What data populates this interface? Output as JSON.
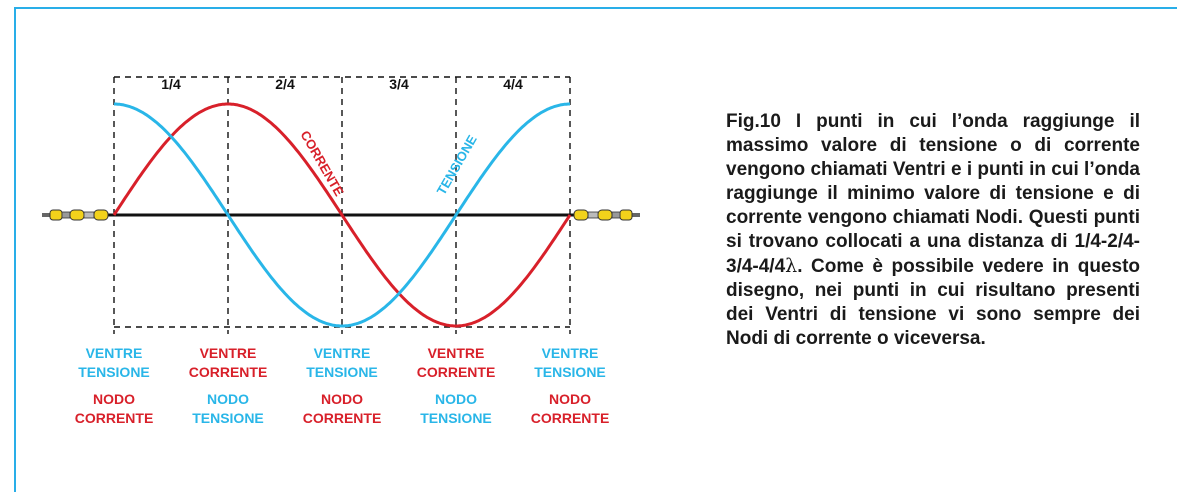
{
  "colors": {
    "tensione": "#29b6e8",
    "corrente": "#d8202a",
    "line": "#111111",
    "frame": "#29aee8"
  },
  "icons": [
    "antenna-connector-icon"
  ],
  "diagram": {
    "quarters": [
      "1/4",
      "2/4",
      "3/4",
      "4/4"
    ],
    "curve_labels": {
      "corrente": "CORRENTE",
      "tensione": "TENSIONE"
    },
    "points": [
      {
        "line1": "VENTRE",
        "line2": "TENSIONE",
        "line3": "NODO",
        "line4": "CORRENTE",
        "top_color": "tensione",
        "bottom_color": "corrente"
      },
      {
        "line1": "VENTRE",
        "line2": "CORRENTE",
        "line3": "NODO",
        "line4": "TENSIONE",
        "top_color": "corrente",
        "bottom_color": "tensione"
      },
      {
        "line1": "VENTRE",
        "line2": "TENSIONE",
        "line3": "NODO",
        "line4": "CORRENTE",
        "top_color": "tensione",
        "bottom_color": "corrente"
      },
      {
        "line1": "VENTRE",
        "line2": "CORRENTE",
        "line3": "NODO",
        "line4": "TENSIONE",
        "top_color": "corrente",
        "bottom_color": "tensione"
      },
      {
        "line1": "VENTRE",
        "line2": "TENSIONE",
        "line3": "NODO",
        "line4": "CORRENTE",
        "top_color": "tensione",
        "bottom_color": "corrente"
      }
    ]
  },
  "caption": {
    "text": "Fig.10 I punti in cui l’onda raggiunge il massimo valore di tensione o di corrente vengono chiamati Ventri e i punti in cui l’onda raggiunge il minimo valore di tensione e di corrente vengono chiamati Nodi. Questi punti si trovano collocati a una distanza di 1/4-2/4-3/4-4/4",
    "lambda": "λ",
    "text_end": ". Come è possibile vedere in questo disegno, nei punti in cui risultano presenti dei Ventri di tensione vi sono sempre dei Nodi di corrente o viceversa."
  }
}
